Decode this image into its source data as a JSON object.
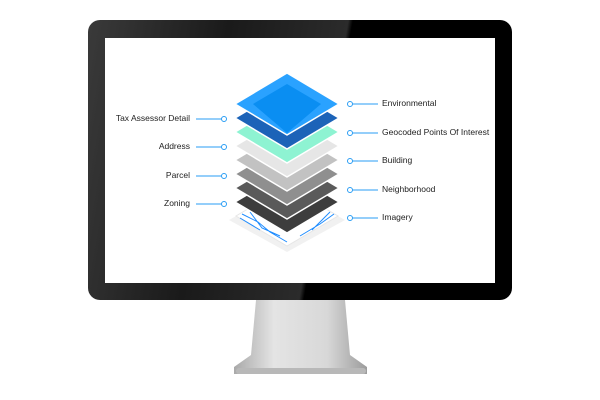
{
  "left_labels": [
    "Tax Assessor Detail",
    "Address",
    "Parcel",
    "Zoning"
  ],
  "right_labels": [
    "Environmental",
    "Geocoded Points Of Interest",
    "Building",
    "Neighborhood",
    "Imagery"
  ],
  "colors": {
    "accent": "#1e9bff",
    "connector": "#2a9df4"
  }
}
